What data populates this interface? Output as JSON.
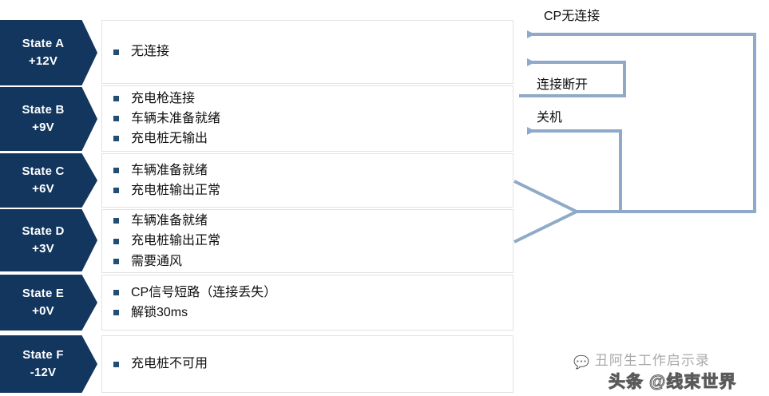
{
  "diagram": {
    "title_present": false,
    "accent_navy": "#12365E",
    "bullet_navy": "#1F4E79",
    "arrow_blue": "#8FAAC9",
    "box_border": "#E2E2E2"
  },
  "states": [
    {
      "name": "State A",
      "voltage": "+12V",
      "bullets": [
        "无连接"
      ]
    },
    {
      "name": "State B",
      "voltage": "+9V",
      "bullets": [
        "充电枪连接",
        "车辆未准备就绪",
        "充电桩无输出"
      ]
    },
    {
      "name": "State C",
      "voltage": "+6V",
      "bullets": [
        "车辆准备就绪",
        "充电桩输出正常"
      ]
    },
    {
      "name": "State D",
      "voltage": "+3V",
      "bullets": [
        "车辆准备就绪",
        "充电桩输出正常",
        "需要通风"
      ]
    },
    {
      "name": "State E",
      "voltage": "+0V",
      "bullets": [
        "CP信号短路（连接丢失）",
        "解锁30ms"
      ]
    },
    {
      "name": "State F",
      "voltage": "-12V",
      "bullets": [
        "充电桩不可用"
      ]
    }
  ],
  "transitions": [
    {
      "id": "cp-no-connection",
      "label": "CP无连接",
      "target_state": "State A"
    },
    {
      "id": "connection-broken",
      "label": "连接断开",
      "target_state": "State A"
    },
    {
      "id": "shutdown",
      "label": "关机",
      "target_state": "State B"
    }
  ],
  "watermarks": {
    "wechat_logo_icon": "wechat-icon",
    "wechat_text": "丑阿生工作启示录",
    "toutiao_text": "头条 @线束世界"
  }
}
